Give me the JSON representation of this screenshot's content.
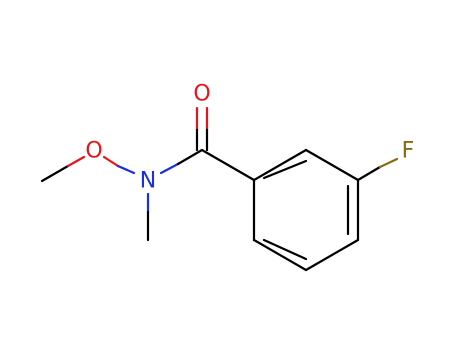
{
  "atoms": {
    "oxygen_carbonyl": {
      "symbol": "O",
      "color": "#e8141c"
    },
    "oxygen_methoxy": {
      "symbol": "O",
      "color": "#e8141c"
    },
    "nitrogen": {
      "symbol": "N",
      "color": "#1a2fe0"
    },
    "fluorine": {
      "symbol": "F",
      "color": "#8a6a10"
    }
  },
  "colors": {
    "carbon_bond": "#000000"
  }
}
